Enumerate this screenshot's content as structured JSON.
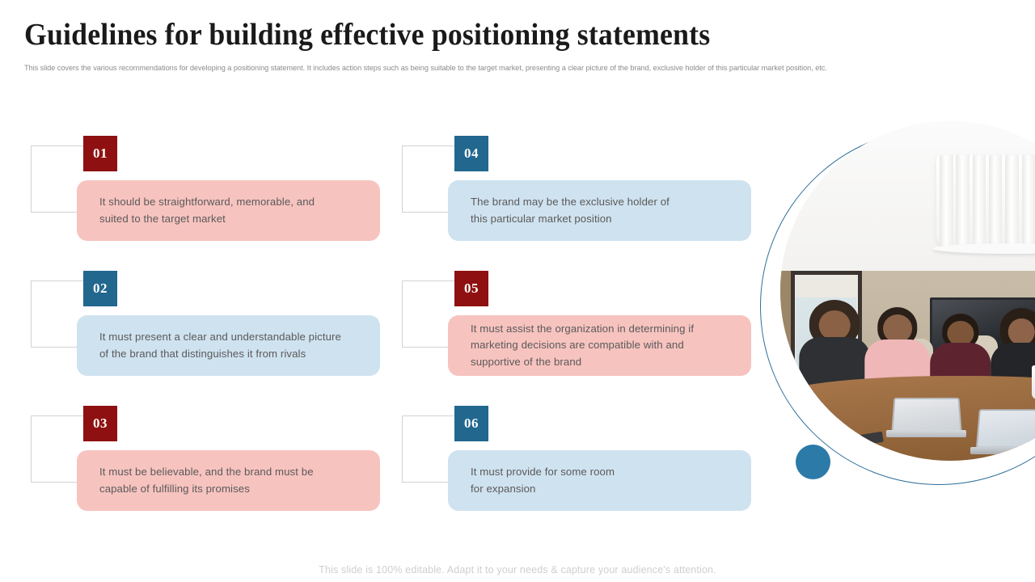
{
  "header": {
    "title": "Guidelines for building effective positioning statements",
    "subtitle": "This slide covers the various recommendations for developing a positioning statement. It includes action steps such as being suitable to the target market, presenting a clear picture of the brand, exclusive holder of this particular market position, etc."
  },
  "colors": {
    "red": "#8E1010",
    "blue": "#21678E",
    "pink_card": "#F7C3BF",
    "blue_card": "#CFE2EF",
    "dot_blue": "#2B7AA8",
    "connector_gray": "#D2D2D2",
    "body_text": "#5A5A5A",
    "subtitle_gray": "#8C8C8C",
    "footer_gray": "#CFCFCF"
  },
  "items": [
    {
      "number": "01",
      "theme": "red",
      "text": "It should be straightforward, memorable, and\nsuited to the target market"
    },
    {
      "number": "02",
      "theme": "blue",
      "text": "It must present a clear and understandable picture\nof the brand that distinguishes it from rivals"
    },
    {
      "number": "03",
      "theme": "red",
      "text": "It must be believable, and the brand must be\ncapable of fulfilling its promises"
    },
    {
      "number": "04",
      "theme": "blue",
      "text": "The brand may be the exclusive holder of\nthis particular market position"
    },
    {
      "number": "05",
      "theme": "red",
      "text": "It must assist the organization in determining if\nmarketing decisions are compatible with and\nsupportive of the brand"
    },
    {
      "number": "06",
      "theme": "blue",
      "text": "It must provide for some room\nfor expansion"
    }
  ],
  "photo": {
    "alt": "business team meeting around conference table",
    "accent_dot": "blue-circle-accent"
  },
  "footer": {
    "note": "This slide is 100% editable. Adapt it to your needs & capture your audience's attention."
  }
}
